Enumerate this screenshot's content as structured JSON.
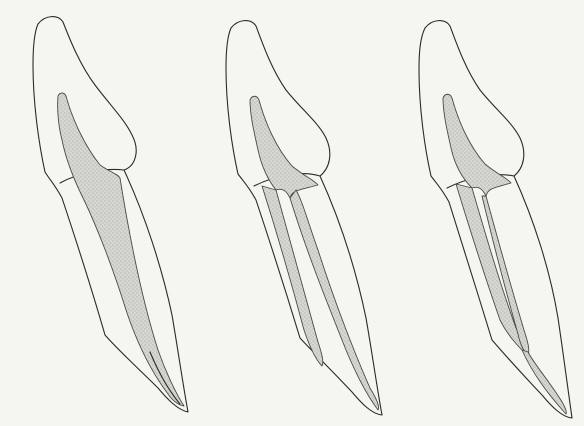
{
  "figure": {
    "background": "#f5f5f1",
    "outline_color": "#2a2a2a",
    "canal_fill_color": "#cfcfcc",
    "panels": [
      {
        "variant": "single-canal"
      },
      {
        "variant": "two-separate-canals"
      },
      {
        "variant": "two-canals-joining-apically"
      }
    ]
  }
}
